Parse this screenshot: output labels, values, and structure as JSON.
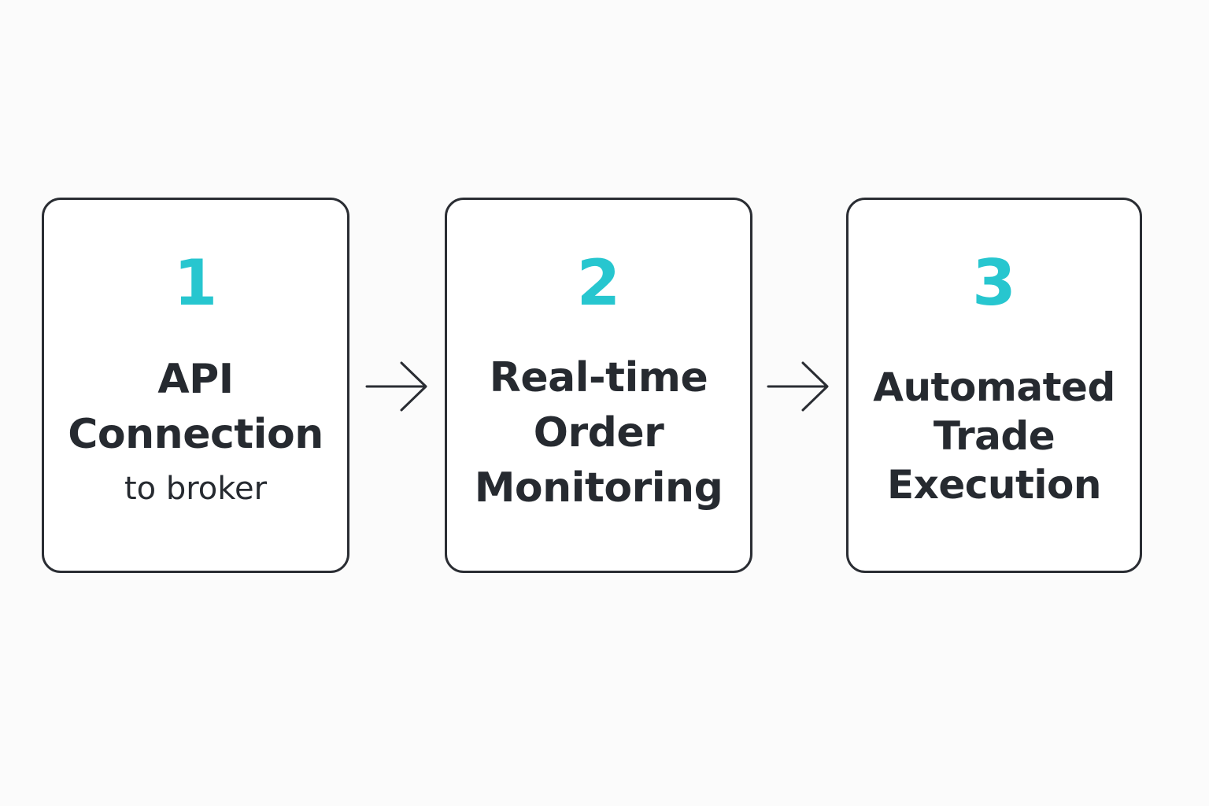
{
  "steps": [
    {
      "number": "1",
      "lines": [
        "API",
        "Connection"
      ],
      "subtitle": "to broker"
    },
    {
      "number": "2",
      "lines": [
        "Real-time",
        "Order",
        "Monitoring"
      ]
    },
    {
      "number": "3",
      "lines": [
        "Automated",
        "Trade",
        "Execution"
      ]
    }
  ],
  "colors": {
    "accent": "#27c6cf",
    "text": "#262a30",
    "border": "#2a2d33",
    "background": "#fbfbfb"
  },
  "icons": {
    "connector": "arrow-right-icon"
  }
}
